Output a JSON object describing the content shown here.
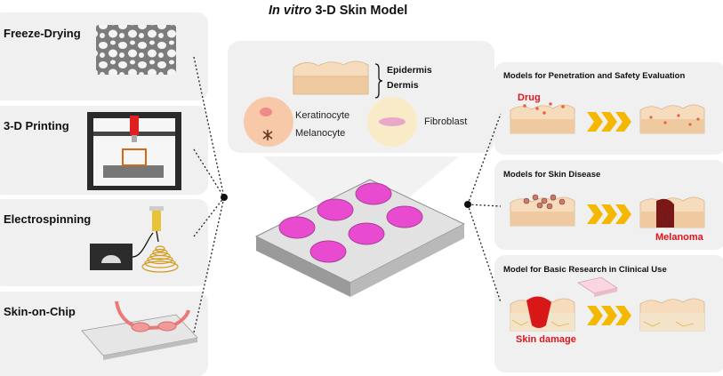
{
  "title": {
    "italic": "In vitro",
    "rest": " 3-D Skin Model"
  },
  "methods": [
    "Freeze-Drying",
    "3-D Printing",
    "Electrospinning",
    "Skin-on-Chip"
  ],
  "center": {
    "layers": [
      "Epidermis",
      "Dermis"
    ],
    "cells": [
      "Keratinocyte",
      "Melanocyte",
      "Fibroblast"
    ]
  },
  "applications": [
    {
      "title": "Models for Penetration and Safety Evaluation",
      "tag": "Drug"
    },
    {
      "title": "Models for Skin Disease",
      "tag": "Melanoma"
    },
    {
      "title": "Model for Basic Research in Clinical Use",
      "tag": "Skin damage"
    }
  ],
  "colors": {
    "skin": "#f6dcbc",
    "dermis": "#efc9a0",
    "well": "#e94bd0",
    "arrow": "#f5b800",
    "red": "#e0141c",
    "panel": "#f0f0f0"
  }
}
